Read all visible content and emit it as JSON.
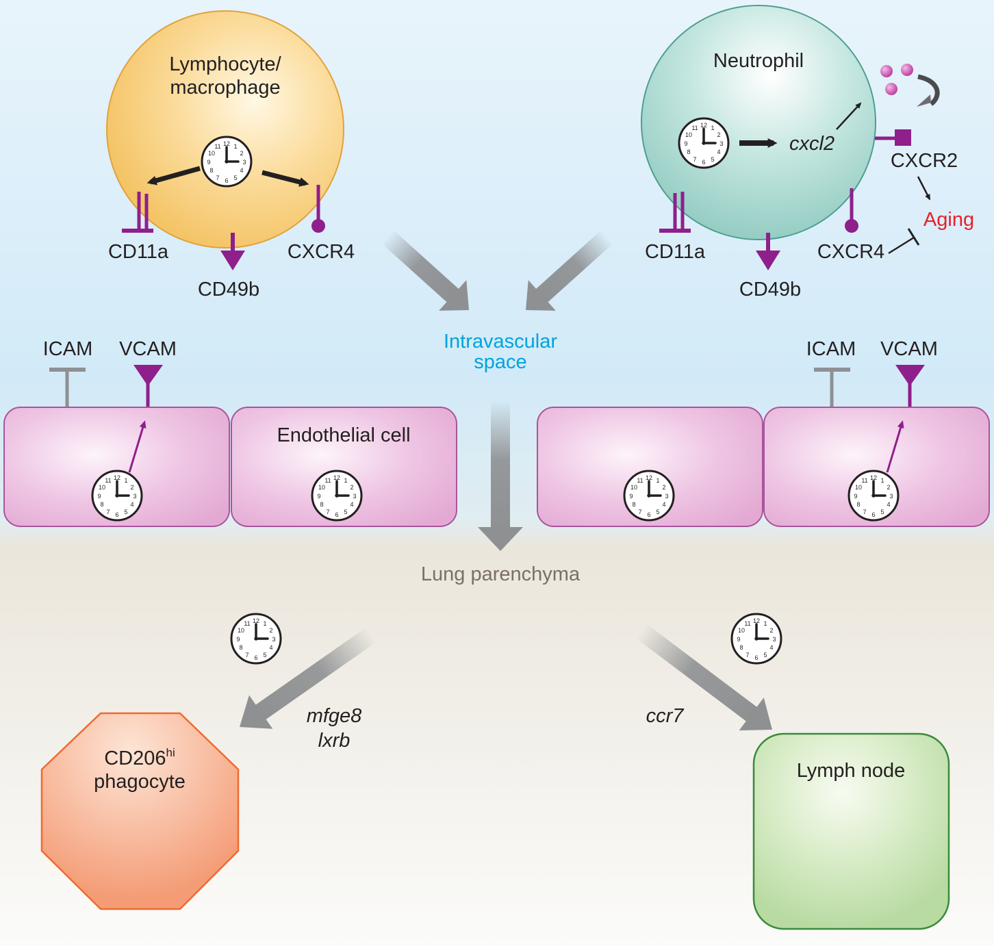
{
  "cells": {
    "lymphocyte": {
      "title_line1": "Lymphocyte/",
      "title_line2": "macrophage"
    },
    "neutrophil": {
      "title": "Neutrophil",
      "gene": "cxcl2"
    }
  },
  "receptors": {
    "left_cd11a": "CD11a",
    "left_cd49b": "CD49b",
    "left_cxcr4": "CXCR4",
    "right_cd11a": "CD11a",
    "right_cd49b": "CD49b",
    "right_cxcr4": "CXCR4",
    "cxcr2": "CXCR2",
    "aging": "Aging"
  },
  "compartments": {
    "intravascular_line1": "Intravascular",
    "intravascular_line2": "space",
    "lung": "Lung parenchyma"
  },
  "endothelium": {
    "label": "Endothelial cell",
    "left_icam": "ICAM",
    "left_vcam": "VCAM",
    "right_icam": "ICAM",
    "right_vcam": "VCAM"
  },
  "fates": {
    "phagocyte_line1": "CD206",
    "phagocyte_sup": "hi",
    "phagocyte_line2": "phagocyte",
    "gene1": "mfge8",
    "gene2": "lxrb",
    "ccr7": "ccr7",
    "lymph_node": "Lymph node"
  },
  "colors": {
    "purple": "#8f1f8b",
    "gray": "#8e9092",
    "aging_red": "#e8202a",
    "intravascular_blue": "#00a3dd",
    "lung_label": "#7a6f66",
    "phagocyte_orange": "#f06a2f",
    "lymph_green": "#3a8a3a"
  }
}
